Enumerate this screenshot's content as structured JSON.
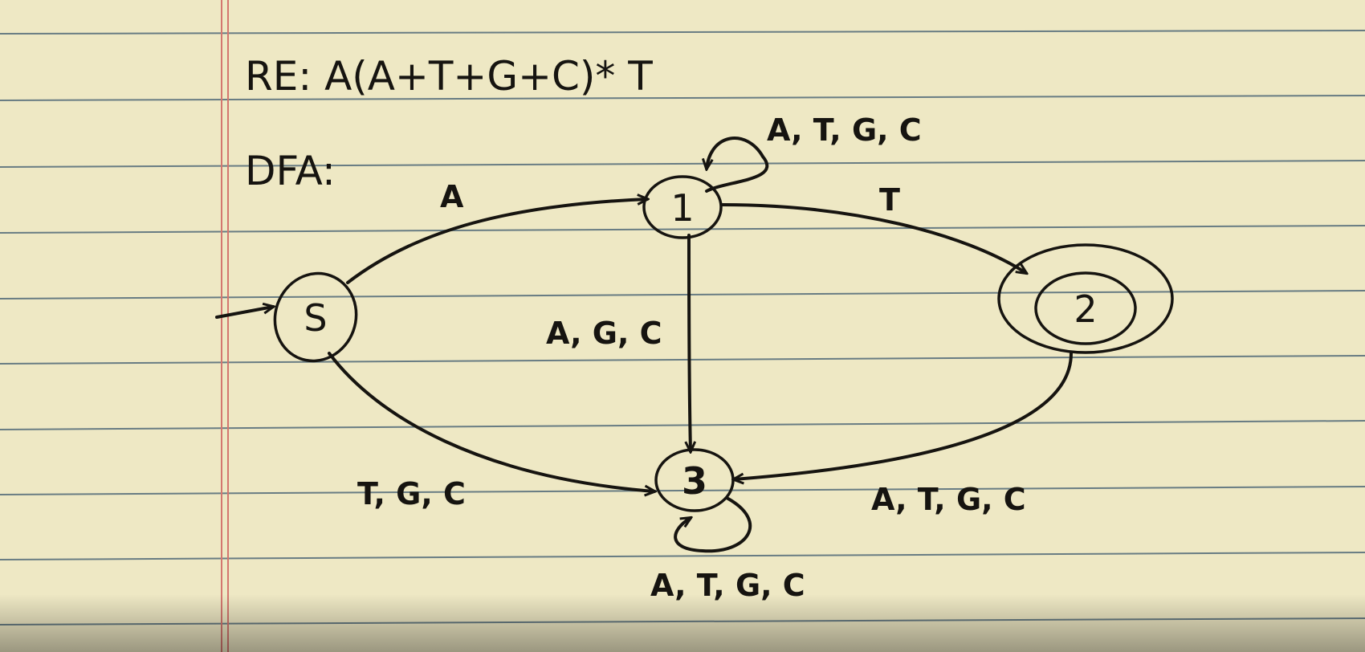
{
  "heading": {
    "regex": "RE: A(A+T+G+C)* T",
    "dfa_label": "DFA:"
  },
  "states": [
    {
      "id": "S",
      "label": "S",
      "start": true,
      "accept": false
    },
    {
      "id": "1",
      "label": "1",
      "start": false,
      "accept": false
    },
    {
      "id": "2",
      "label": "2",
      "start": false,
      "accept": true
    },
    {
      "id": "3",
      "label": "3",
      "start": false,
      "accept": false
    }
  ],
  "transitions": [
    {
      "from": "S",
      "to": "1",
      "label": "A"
    },
    {
      "from": "1",
      "to": "1",
      "label": "A, T, G, C"
    },
    {
      "from": "1",
      "to": "2",
      "label": "T"
    },
    {
      "from": "1",
      "to": "3",
      "label": "A, G, C"
    },
    {
      "from": "S",
      "to": "3",
      "label": "T, G, C"
    },
    {
      "from": "2",
      "to": "3",
      "label": "A, T, G, C"
    },
    {
      "from": "3",
      "to": "3",
      "label": "A, T, G, C"
    }
  ],
  "colors": {
    "paper": "#eee8c4",
    "ruled_line": "#3c586e",
    "margin_line": "#d4766f",
    "ink": "#161410"
  }
}
